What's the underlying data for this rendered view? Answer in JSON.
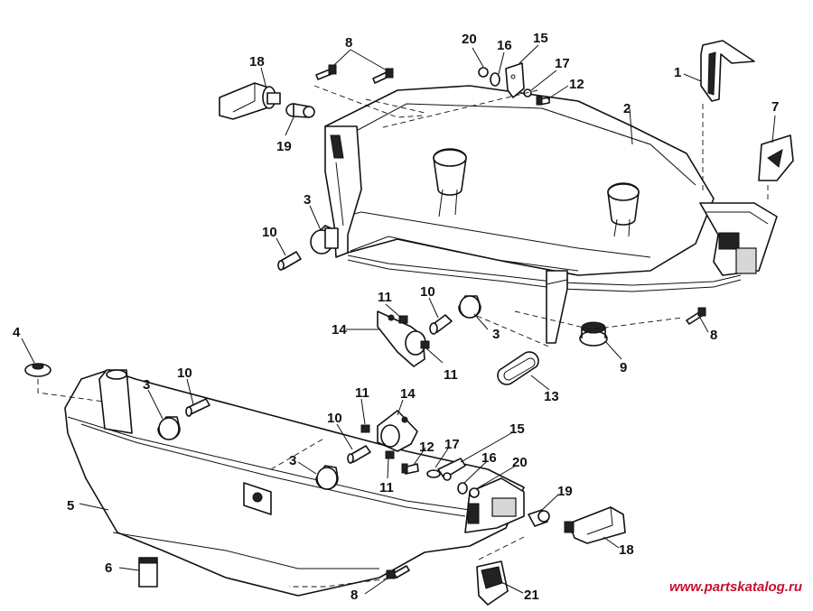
{
  "diagram": {
    "callouts": [
      {
        "id": "c1",
        "text": "1"
      },
      {
        "id": "c2",
        "text": "2"
      },
      {
        "id": "c3a",
        "text": "3"
      },
      {
        "id": "c3b",
        "text": "3"
      },
      {
        "id": "c3c",
        "text": "3"
      },
      {
        "id": "c3d",
        "text": "3"
      },
      {
        "id": "c4",
        "text": "4"
      },
      {
        "id": "c5",
        "text": "5"
      },
      {
        "id": "c6",
        "text": "6"
      },
      {
        "id": "c7",
        "text": "7"
      },
      {
        "id": "c8a",
        "text": "8"
      },
      {
        "id": "c8b",
        "text": "8"
      },
      {
        "id": "c8c",
        "text": "8"
      },
      {
        "id": "c9",
        "text": "9"
      },
      {
        "id": "c10a",
        "text": "10"
      },
      {
        "id": "c10b",
        "text": "10"
      },
      {
        "id": "c10c",
        "text": "10"
      },
      {
        "id": "c10d",
        "text": "10"
      },
      {
        "id": "c11a",
        "text": "11"
      },
      {
        "id": "c11b",
        "text": "11"
      },
      {
        "id": "c11c",
        "text": "11"
      },
      {
        "id": "c11d",
        "text": "11"
      },
      {
        "id": "c12a",
        "text": "12"
      },
      {
        "id": "c12b",
        "text": "12"
      },
      {
        "id": "c13",
        "text": "13"
      },
      {
        "id": "c14a",
        "text": "14"
      },
      {
        "id": "c14b",
        "text": "14"
      },
      {
        "id": "c15a",
        "text": "15"
      },
      {
        "id": "c15b",
        "text": "15"
      },
      {
        "id": "c16a",
        "text": "16"
      },
      {
        "id": "c16b",
        "text": "16"
      },
      {
        "id": "c17a",
        "text": "17"
      },
      {
        "id": "c17b",
        "text": "17"
      },
      {
        "id": "c18a",
        "text": "18"
      },
      {
        "id": "c18b",
        "text": "18"
      },
      {
        "id": "c19a",
        "text": "19"
      },
      {
        "id": "c19b",
        "text": "19"
      },
      {
        "id": "c20a",
        "text": "20"
      },
      {
        "id": "c20b",
        "text": "20"
      },
      {
        "id": "c21",
        "text": "21"
      }
    ],
    "watermark": "www.partskatalog.ru",
    "colors": {
      "line": "#111111",
      "watermark": "#c8102e",
      "background": "#ffffff"
    }
  }
}
